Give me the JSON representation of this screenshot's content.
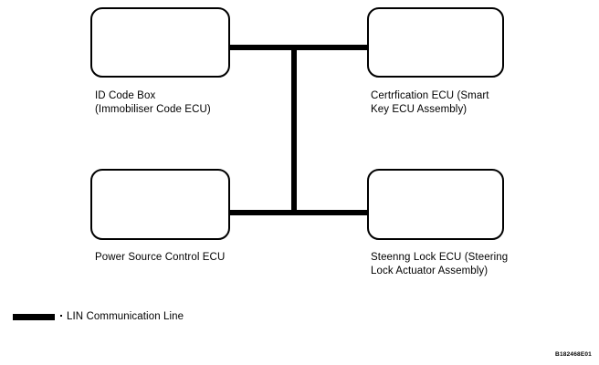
{
  "diagram": {
    "type": "lin-network-block-diagram",
    "line_color": "#000000",
    "background_color": "#ffffff",
    "boxes": [
      {
        "id": "id-code-box",
        "caption": "ID Code Box\n(Immobiliser Code ECU)",
        "position": "top-left"
      },
      {
        "id": "certification-ecu",
        "caption": "Certrfication ECU (Smart\nKey ECU Assembly)",
        "position": "top-right"
      },
      {
        "id": "power-source-control-ecu",
        "caption": "Power Source Control ECU",
        "position": "bottom-left"
      },
      {
        "id": "steering-lock-ecu",
        "caption": "Steenng Lock ECU (Steering\nLock Actuator Assembly)",
        "position": "bottom-right"
      }
    ]
  },
  "legend": {
    "label": "LIN Communication Line",
    "swatch_color": "#000000"
  },
  "figure_code": "B182468E01"
}
